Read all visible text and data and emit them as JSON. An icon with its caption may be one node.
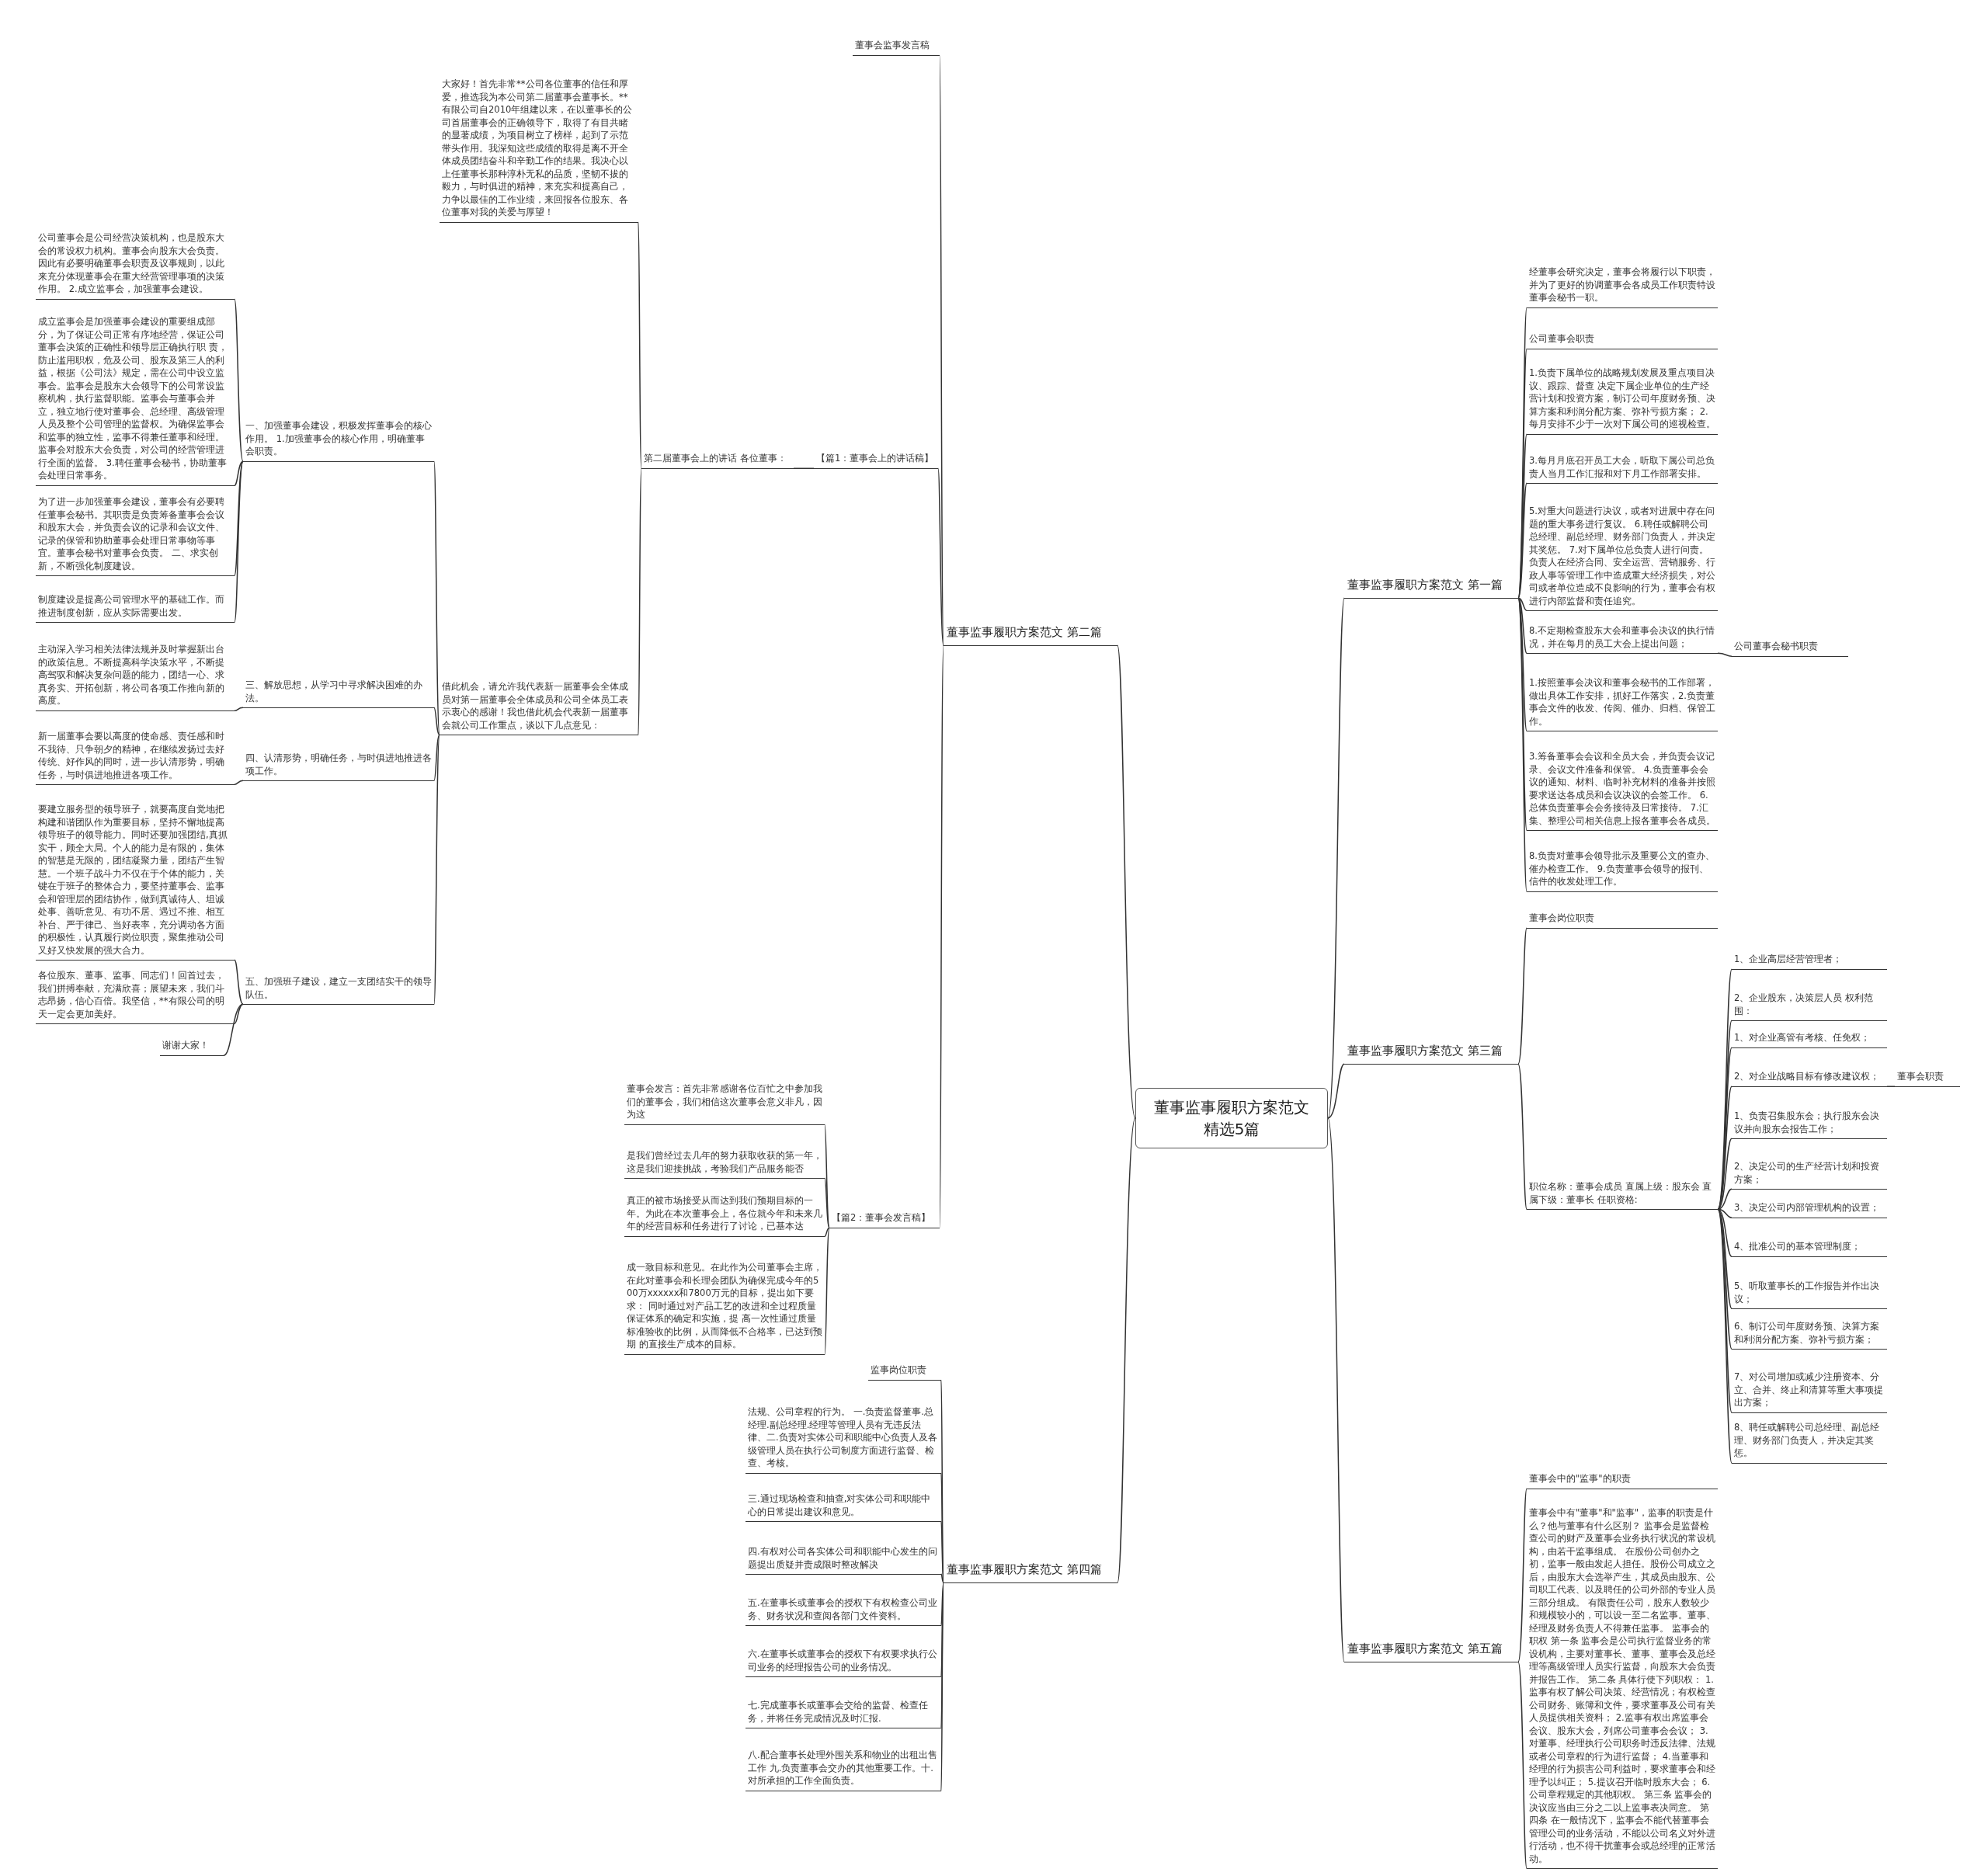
{
  "diagram": {
    "nodes": [
      {
        "text": [
          "董事监事履职方案范文精选5篇"
        ]
      },
      {
        "text": [
          "董事监事履职方案范文 第二篇"
        ]
      },
      {
        "text": [
          "董事会监事发言稿"
        ]
      },
      {
        "text": [
          "【篇1：董事会上的讲话稿】"
        ]
      },
      {
        "text": [
          "第二届董事会上的讲话  各位董事："
        ]
      },
      {
        "text": [
          "大家好！首先非常**公司各位董事的信任和厚爱，推选我为本公司第二届董事会董事长。**有限公司自2010年组建以来，在以董事长的公司首届董事会的正确领导下，取得了有目共睹的显著成绩，为项目树立了榜样，起到了示范带头作用。我深知这些成绩的取得是离不开全体成员团结奋斗和辛勤工作的结果。我决心以上任董事长那种淳朴无私的品质，坚韧不拔的毅力，与时俱进的精神，来充实和提高自己，力争以最佳的工作业绩，来回报各位股东、各位董事对我的关爱与厚望！"
        ]
      },
      {
        "text": [
          "借此机会，请允许我代表新一届董事会全体成员对第一届董事会全体成员和公司全体员工表示衷心的感谢！我也借此机会代表新一届董事会就公司工作重点，谈以下几点意见："
        ]
      },
      {
        "text": [
          "一、加强董事会建设，积极发挥董事会的核心作用。 1.加强董事会的核心作用，明确董事会职责。"
        ]
      },
      {
        "text": [
          "公司董事会是公司经营决策机构，也是股东大会的常设权力机构。董事会向股东大会负责。因此有必要明确董事会职责及议事规则，以此来充分体现董事会在重大经营管理事项的决策作用。 2.成立监事会，加强董事会建设。"
        ]
      },
      {
        "text": [
          "成立监事会是加强董事会建设的重要组成部分，为了保证公司正常有序地经营，保证公司董事会决策的正确性和领导层正确执行职 责，防止滥用职权，危及公司、股东及第三人的利益，根据《公司法》规定，需在公司中设立监事会。监事会是股东大会领导下的公司常设监察机构，执行监督职能。监事会与董事会并立，独立地行使对董事会、总经理、高级管理人员及整个公司管理的监督权。为确保监事会和监事的独立性，监事不得兼任董事和经理。监事会对股东大会负责，对公司的经营管理进行全面的监督。 3.聘任董事会秘书，协助董事会处理日常事务。"
        ]
      },
      {
        "text": [
          "为了进一步加强董事会建设，董事会有必要聘任董事会秘书。其职责是负责筹备董事会会议和股东大会，并负责会议的记录和会议文件、记录的保管和协助董事会处理日常事物等事宜。董事会秘书对董事会负责。 二、求实创新，不断强化制度建设。"
        ]
      },
      {
        "text": [
          "制度建设是提高公司管理水平的基础工作。而推进制度创新，应从实际需要出发。"
        ]
      },
      {
        "text": [
          "三、解放思想，从学习中寻求解决困难的办法。"
        ]
      },
      {
        "text": [
          "主动深入学习相关法律法规并及时掌握新出台的政策信息。不断提高科学决策水平，不断提高驾驭和解决复杂问题的能力，团结一心、求真务实、开拓创新，将公司各项工作推向新的高度。"
        ]
      },
      {
        "text": [
          "四、认清形势，明确任务，与时俱进地推进各项工作。"
        ]
      },
      {
        "text": [
          "新一届董事会要以高度的使命感、责任感和时不我待、只争朝夕的精神，在继续发扬过去好传统、好作风的同时，进一步认清形势，明确任务，与时俱进地推进各项工作。"
        ]
      },
      {
        "text": [
          "五、加强班子建设，建立一支团结实干的领导队伍。"
        ]
      },
      {
        "text": [
          "要建立服务型的领导班子，就要高度自觉地把构建和谐团队作为重要目标，坚持不懈地提高领导班子的领导能力。同时还要加强团结,真抓实干，顾全大局。个人的能力是有限的，集体的智慧是无限的，团结凝聚力量，团结产生智慧。一个班子战斗力不仅在于个体的能力，关键在于班子的整体合力，要坚持董事会、监事会和管理层的团结协作，做到真诚待人、坦诚处事、善听意见、有功不居、遇过不推、相互补台、严于律己、当好表率，充分调动各方面的积极性，认真履行岗位职责，聚集推动公司又好又快发展的强大合力。"
        ]
      },
      {
        "text": [
          "各位股东、董事、监事、同志们！回首过去，我们拼搏奉献，充满欣喜；展望未来，我们斗志昂扬，信心百倍。我坚信，**有限公司的明天一定会更加美好。"
        ]
      },
      {
        "text": [
          "谢谢大家！"
        ]
      },
      {
        "text": [
          "【篇2：董事会发言稿】"
        ]
      },
      {
        "text": [
          "董事会发言：首先非常感谢各位百忙之中参加我们的董事会，我们相信这次董事会意义非凡，因为这"
        ]
      },
      {
        "text": [
          "是我们曾经过去几年的努力获取收获的第一年，这是我们迎接挑战，考验我们产品服务能否"
        ]
      },
      {
        "text": [
          "真正的被市场接受从而达到我们预期目标的一年。为此在本次董事会上，各位就今年和未来几年的经营目标和任务进行了讨论，已基本达"
        ]
      },
      {
        "text": [
          "成一致目标和意见。在此作为公司董事会主席，在此对董事会和长理会团队为确保完成今年的500万xxxxxx和7800万元的目标，提出如下要求： 同时通过对产品工艺的改进和全过程质量保证体系的确定和实施，提 高一次性通过质量标准验收的比例，从而降低不合格率，已达到预期 的直接生产成本的目标。"
        ]
      },
      {
        "text": [
          "董事监事履职方案范文 第四篇"
        ]
      },
      {
        "text": [
          "监事岗位职责"
        ]
      },
      {
        "text": [
          "法规、公司章程的行为。 一.负责监督董事.总经理.副总经理.经理等管理人员有无违反法律、二.负责对实体公司和职能中心负责人及各级管理人员在执行公司制度方面进行监督、检查、考核。"
        ]
      },
      {
        "text": [
          "三.通过现场检查和抽查,对实体公司和职能中心的日常提出建议和意见。"
        ]
      },
      {
        "text": [
          "四.有权对公司各实体公司和职能中心发生的问题提出质疑并责成限时整改解决"
        ]
      },
      {
        "text": [
          "五.在董事长或董事会的授权下有权检查公司业务、财务状况和查阅各部门文件资料。"
        ]
      },
      {
        "text": [
          "六.在董事长或董事会的授权下有权要求执行公司业务的经理报告公司的业务情况。"
        ]
      },
      {
        "text": [
          "七.完成董事长或董事会交给的监督、检查任务，并将任务完成情况及时汇报."
        ]
      },
      {
        "text": [
          "八.配合董事长处理外围关系和物业的出租出售工作 九.负责董事会交办的其他重要工作。十.对所承担的工作全面负责。"
        ]
      },
      {
        "text": [
          "董事监事履职方案范文 第一篇"
        ]
      },
      {
        "text": [
          "经董事会研究决定，董事会将履行以下职责，并为了更好的协调董事会各成员工作职责特设董事会秘书一职。"
        ]
      },
      {
        "text": [
          "公司董事会职责"
        ]
      },
      {
        "text": [
          "1.负责下属单位的战略规划发展及重点项目决议、跟踪、督查 决定下属企业单位的生产经营计划和投资方案，制订公司年度财务预、决算方案和利润分配方案、弥补亏损方案； 2.每月安排不少于一次对下属公司的巡视检查。"
        ]
      },
      {
        "text": [
          "3.每月月底召开员工大会，听取下属公司总负责人当月工作汇报和对下月工作部署安排。"
        ]
      },
      {
        "text": [
          "5.对重大问题进行决议，或者对进展中存在问题的重大事务进行复议。 6.聘任或解聘公司总经理、副总经理、财务部门负责人，并决定其奖惩。 7.对下属单位总负责人进行问责。负责人在经济合同、安全运营、营销服务、行政人事等管理工作中造成重大经济损失，对公司或者单位造成不良影响的行为，董事会有权进行内部监督和责任追究。"
        ]
      },
      {
        "text": [
          "8.不定期检查股东大会和董事会决议的执行情况，并在每月的员工大会上提出问题；"
        ]
      },
      {
        "text": [
          "公司董事会秘书职责"
        ]
      },
      {
        "text": [
          "1.按照董事会决议和董事会秘书的工作部署，做出具体工作安排，抓好工作落实，2.负责董事会文件的收发、传阅、催办、归档、保管工作。"
        ]
      },
      {
        "text": [
          "3.筹备董事会会议和全员大会，并负责会议记录、会议文件准备和保管。 4.负责董事会会议的通知、材料、临时补充材料的准备并按照要求送达各成员和会议决议的会签工作。 6.总体负责董事会会务接待及日常接待。 7.汇集、整理公司相关信息上报各董事会各成员。"
        ]
      },
      {
        "text": [
          "8.负责对董事会领导批示及重要公文的查办、催办检查工作。 9.负责董事会领导的报刊、信件的收发处理工作。"
        ]
      },
      {
        "text": [
          "董事监事履职方案范文 第三篇"
        ]
      },
      {
        "text": [
          "董事会岗位职责"
        ]
      },
      {
        "text": [
          "职位名称：董事会成员 直属上级：股东会 直属下级：董事长 任职资格:"
        ]
      },
      {
        "text": [
          "1、企业高层经营管理者；"
        ]
      },
      {
        "text": [
          "2、企业股东，决策层人员 权利范围："
        ]
      },
      {
        "text": [
          "1、对企业高管有考核、任免权；"
        ]
      },
      {
        "text": [
          "2、对企业战略目标有修改建议权；"
        ]
      },
      {
        "text": [
          "董事会职责"
        ]
      },
      {
        "text": [
          "1、负责召集股东会；执行股东会决议并向股东会报告工作；"
        ]
      },
      {
        "text": [
          "2、决定公司的生产经营计划和投资方案；"
        ]
      },
      {
        "text": [
          "3、决定公司内部管理机构的设置；"
        ]
      },
      {
        "text": [
          "4、批准公司的基本管理制度；"
        ]
      },
      {
        "text": [
          "5、听取董事长的工作报告并作出决议；"
        ]
      },
      {
        "text": [
          "6、制订公司年度财务预、决算方案和利润分配方案、弥补亏损方案；"
        ]
      },
      {
        "text": [
          "7、对公司增加或减少注册资本、分立、合并、终止和清算等重大事项提出方案；"
        ]
      },
      {
        "text": [
          "8、聘任或解聘公司总经理、副总经理、财务部门负责人，并决定其奖惩。"
        ]
      },
      {
        "text": [
          "董事监事履职方案范文 第五篇"
        ]
      },
      {
        "text": [
          "董事会中的\"监事\"的职责"
        ]
      },
      {
        "text": [
          "董事会中有\"董事\"和\"监事\"，监事的职责是什么？他与董事有什么区别？ 监事会是监督检查公司的财产及董事会业务执行状况的常设机构，由若干监事组成。 在股份公司创办之初，监事一般由发起人担任。股份公司成立之后，由股东大会选举产生，其成员由股东、公司职工代表、以及聘任的公司外部的专业人员三部分组成。 有限责任公司，股东人数较少和规模较小的，可以设一至二名监事。董事、经理及财务负责人不得兼任监事。 监事会的职权 第一条 监事会是公司执行监督业务的常设机构，主要对董事长、董事、董事会及总经理等高级管理人员实行监督，向股东大会负责并报告工作。 第二条 具体行使下列职权： 1.监事有权了解公司决策、经营情况；有权检查公司财务、账簿和文件，要求董事及公司有关人员提供相关资料； 2.监事有权出席监事会会议、股东大会，列席公司董事会会议； 3.对董事、经理执行公司职务时违反法律、法规或者公司章程的行为进行监督； 4.当董事和经理的行为损害公司利益时，要求董事会和经理予以纠正； 5.提议召开临时股东大会； 6.公司章程规定的其他职权。 第三条 监事会的决议应当由三分之二以上监事表决同意。 第四条 在一般情况下，监事会不能代替董事会管理公司的业务活动，不能以公司名义对外进行活动，也不得干扰董事会或总经理的正常活动。"
        ]
      }
    ],
    "edges": [
      {
        "from": 0,
        "to": 1,
        "arrow": "none"
      },
      {
        "from": 1,
        "to": 2,
        "arrow": "none"
      },
      {
        "from": 1,
        "to": 3,
        "arrow": "none"
      },
      {
        "from": 3,
        "to": 4,
        "arrow": "none"
      },
      {
        "from": 4,
        "to": 5,
        "arrow": "none"
      },
      {
        "from": 4,
        "to": 6,
        "arrow": "none"
      },
      {
        "from": 6,
        "to": 7,
        "arrow": "none"
      },
      {
        "from": 7,
        "to": 8,
        "arrow": "none"
      },
      {
        "from": 7,
        "to": 9,
        "arrow": "none"
      },
      {
        "from": 7,
        "to": 10,
        "arrow": "none"
      },
      {
        "from": 7,
        "to": 11,
        "arrow": "none"
      },
      {
        "from": 6,
        "to": 12,
        "arrow": "none"
      },
      {
        "from": 12,
        "to": 13,
        "arrow": "none"
      },
      {
        "from": 6,
        "to": 14,
        "arrow": "none"
      },
      {
        "from": 14,
        "to": 15,
        "arrow": "none"
      },
      {
        "from": 6,
        "to": 16,
        "arrow": "none"
      },
      {
        "from": 16,
        "to": 17,
        "arrow": "none"
      },
      {
        "from": 16,
        "to": 18,
        "arrow": "none"
      },
      {
        "from": 16,
        "to": 19,
        "arrow": "none"
      },
      {
        "from": 1,
        "to": 20,
        "arrow": "none"
      },
      {
        "from": 20,
        "to": 21,
        "arrow": "none"
      },
      {
        "from": 20,
        "to": 22,
        "arrow": "none"
      },
      {
        "from": 20,
        "to": 23,
        "arrow": "none"
      },
      {
        "from": 20,
        "to": 24,
        "arrow": "none"
      },
      {
        "from": 0,
        "to": 25,
        "arrow": "none"
      },
      {
        "from": 25,
        "to": 26,
        "arrow": "none"
      },
      {
        "from": 25,
        "to": 27,
        "arrow": "none"
      },
      {
        "from": 25,
        "to": 28,
        "arrow": "none"
      },
      {
        "from": 25,
        "to": 29,
        "arrow": "none"
      },
      {
        "from": 25,
        "to": 30,
        "arrow": "none"
      },
      {
        "from": 25,
        "to": 31,
        "arrow": "none"
      },
      {
        "from": 25,
        "to": 32,
        "arrow": "none"
      },
      {
        "from": 25,
        "to": 33,
        "arrow": "none"
      },
      {
        "from": 0,
        "to": 34,
        "arrow": "none"
      },
      {
        "from": 34,
        "to": 35,
        "arrow": "none"
      },
      {
        "from": 34,
        "to": 36,
        "arrow": "none"
      },
      {
        "from": 34,
        "to": 37,
        "arrow": "none"
      },
      {
        "from": 34,
        "to": 38,
        "arrow": "none"
      },
      {
        "from": 34,
        "to": 39,
        "arrow": "none"
      },
      {
        "from": 34,
        "to": 40,
        "arrow": "none"
      },
      {
        "from": 40,
        "to": 41,
        "arrow": "none"
      },
      {
        "from": 34,
        "to": 42,
        "arrow": "none"
      },
      {
        "from": 34,
        "to": 43,
        "arrow": "none"
      },
      {
        "from": 34,
        "to": 44,
        "arrow": "none"
      },
      {
        "from": 0,
        "to": 45,
        "arrow": "none"
      },
      {
        "from": 45,
        "to": 46,
        "arrow": "none"
      },
      {
        "from": 45,
        "to": 47,
        "arrow": "none"
      },
      {
        "from": 47,
        "to": 48,
        "arrow": "none"
      },
      {
        "from": 47,
        "to": 49,
        "arrow": "none"
      },
      {
        "from": 47,
        "to": 50,
        "arrow": "none"
      },
      {
        "from": 47,
        "to": 51,
        "arrow": "none"
      },
      {
        "from": 51,
        "to": 52,
        "arrow": "none"
      },
      {
        "from": 47,
        "to": 53,
        "arrow": "none"
      },
      {
        "from": 47,
        "to": 54,
        "arrow": "none"
      },
      {
        "from": 47,
        "to": 55,
        "arrow": "none"
      },
      {
        "from": 47,
        "to": 56,
        "arrow": "none"
      },
      {
        "from": 47,
        "to": 57,
        "arrow": "none"
      },
      {
        "from": 47,
        "to": 58,
        "arrow": "none"
      },
      {
        "from": 47,
        "to": 59,
        "arrow": "none"
      },
      {
        "from": 47,
        "to": 60,
        "arrow": "none"
      },
      {
        "from": 0,
        "to": 61,
        "arrow": "none"
      },
      {
        "from": 61,
        "to": 62,
        "arrow": "none"
      },
      {
        "from": 61,
        "to": 63,
        "arrow": "none"
      }
    ]
  }
}
